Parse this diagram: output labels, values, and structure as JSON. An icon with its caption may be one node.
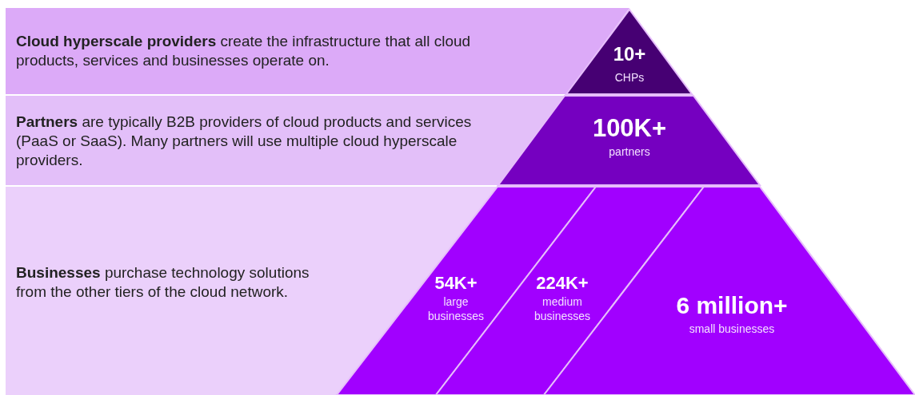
{
  "diagram": {
    "nodes": [
      {
        "text": [
          "**Cloud hyperscale providers** create the infrastructure that all cloud products, services and businesses operate on."
        ]
      },
      {
        "text": [
          "**Partners** are typically B2B providers of cloud products and services (PaaS or SaaS). Many partners will use multiple cloud hyperscale providers."
        ]
      },
      {
        "text": [
          "**Businesses** purchase technology solutions from the other tiers of the cloud network."
        ]
      },
      {
        "text": [
          "10+",
          "CHPs"
        ]
      },
      {
        "text": [
          "100K+",
          "partners"
        ]
      },
      {
        "text": [
          "54K+",
          "large businesses"
        ]
      },
      {
        "text": [
          "224K+",
          "medium businesses"
        ]
      },
      {
        "text": [
          "6 million+",
          "small businesses"
        ]
      }
    ]
  }
}
